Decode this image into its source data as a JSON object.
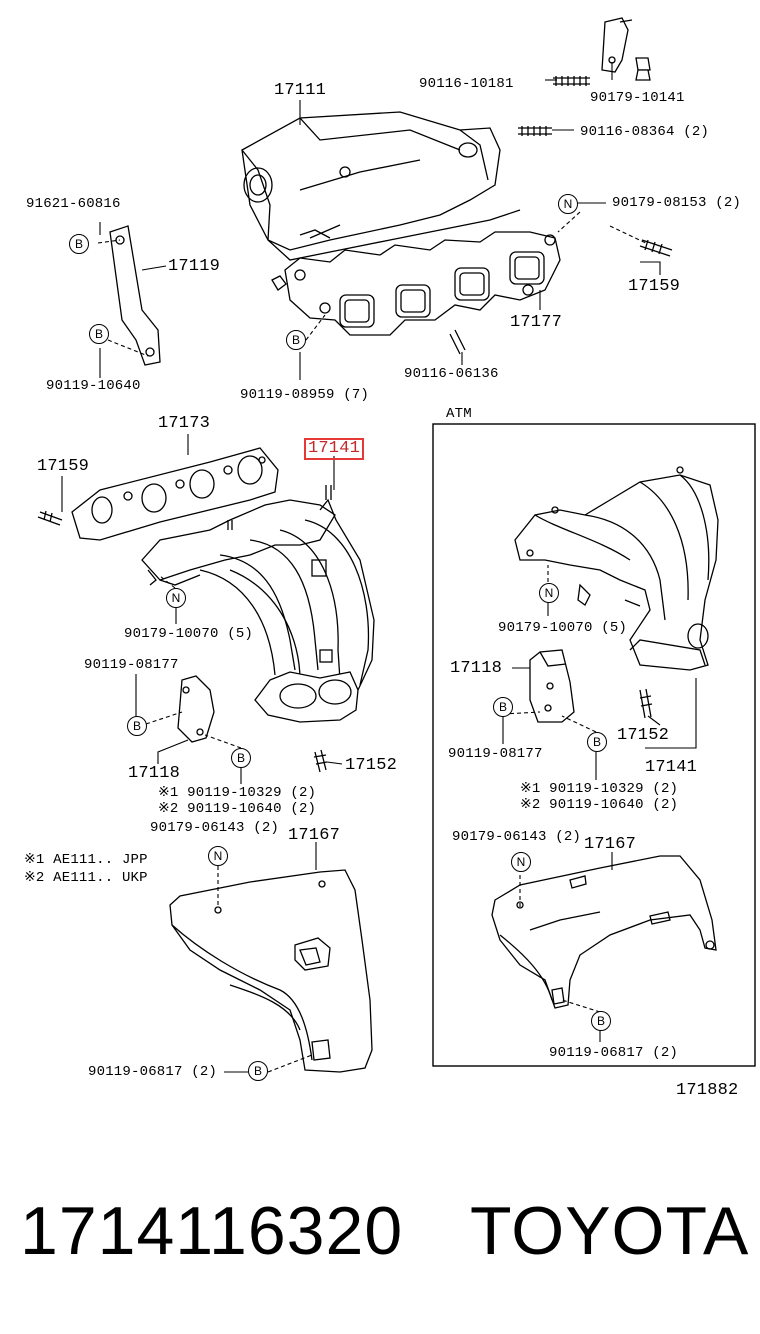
{
  "labels": {
    "p_90116_10181": "90116-10181",
    "p_90179_10141": "90179-10141",
    "p_17111": "17111",
    "p_90116_08364": "90116-08364 (2)",
    "p_91621_60816": "91621-60816",
    "p_90179_08153": "90179-08153 (2)",
    "p_17119": "17119",
    "p_17159_top": "17159",
    "p_17177": "17177",
    "p_90119_10640": "90119-10640",
    "p_90119_08959": "90119-08959 (7)",
    "p_90116_06136": "90116-06136",
    "p_atm": "ATM",
    "p_17173": "17173",
    "p_17141_main": "17141",
    "p_17159_mid": "17159",
    "p_90179_10070_l": "90179-10070 (5)",
    "p_90119_08177_l": "90119-08177",
    "p_17118_l": "17118",
    "p_17152_l": "17152",
    "p_note1_l": "※1  90119-10329 (2)",
    "p_note2_l": "※2  90119-10640 (2)",
    "p_90179_06143_l": "90179-06143 (2)",
    "p_17167_l": "17167",
    "p_legend1": "※1 AE111.. JPP",
    "p_legend2": "※2 AE111.. UKP",
    "p_90119_06817_l": "90119-06817 (2)",
    "p_90179_10070_r": "90179-10070 (5)",
    "p_17118_r": "17118",
    "p_90119_08177_r": "90119-08177",
    "p_17152_r": "17152",
    "p_17141_r": "17141",
    "p_note1_r": "※1 90119-10329 (2)",
    "p_note2_r": "※2 90119-10640 (2)",
    "p_90179_06143_r": "90179-06143 (2)",
    "p_17167_r": "17167",
    "p_90119_06817_r": "90119-06817 (2)",
    "p_171882": "171882"
  },
  "symbols": {
    "b": "B",
    "n": "N"
  },
  "footer": {
    "part_number": "1714116320",
    "brand": "TOYOTA"
  }
}
